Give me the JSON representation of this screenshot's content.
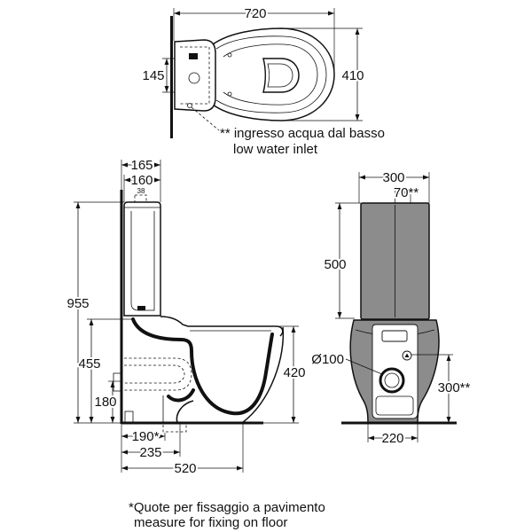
{
  "colors": {
    "ink": "#111111",
    "tank_gray": "#8c8c8c"
  },
  "top_view": {
    "dim_overall_length": "720",
    "dim_overall_width": "410",
    "dim_inlet_position": "145",
    "note_line_1": "** ingresso acqua dal basso",
    "note_line_2": "low water inlet"
  },
  "side_view": {
    "dim_top_outer": "165",
    "dim_top_inner": "160",
    "dim_inlet": "38",
    "dim_total_height": "955",
    "dim_height_455": "455",
    "dim_height_180": "180",
    "dim_rim_height": "420",
    "dim_fixing": "190*",
    "dim_235": "235",
    "dim_overall_length": "520"
  },
  "front_view": {
    "dim_tank_width": "300",
    "dim_inlet_offset": "70**",
    "dim_tank_height": "500",
    "dim_outlet_diameter": "Ø100",
    "dim_inlet_height": "300**",
    "dim_base_width": "220"
  },
  "footnote": {
    "line_1": "*Quote per fissaggio a pavimento",
    "line_2": "measure for fixing on floor"
  }
}
